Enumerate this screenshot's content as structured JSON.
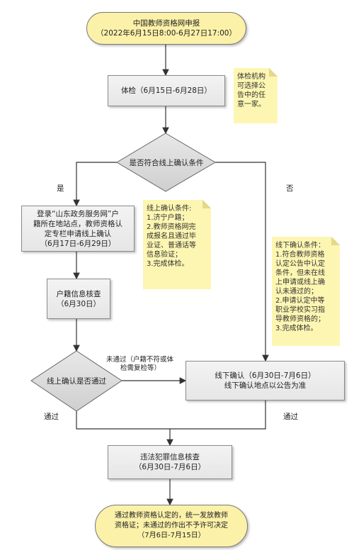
{
  "nodes": {
    "start": {
      "line1": "中国教师资格网申报",
      "line2": "（2022年6月15日8:00-6月27日17:00）"
    },
    "physical": {
      "text": "体检（6月15日-6月28日）"
    },
    "decision1": {
      "text": "是否符合线上确认条件"
    },
    "online_register": {
      "line1": "登录“山东政务服务网”户",
      "line2": "籍所在地站点，教师资格认",
      "line3": "定专栏申请线上确认",
      "line4": "（6月17日-6月29日）"
    },
    "household_check": {
      "line1": "户籍信息核查",
      "line2": "（6月30日）"
    },
    "decision2": {
      "text": "线上确认是否通过"
    },
    "offline_confirm": {
      "line1": "线下确认（6月30日-7月6日）",
      "line2": "线下确认地点以公告为准"
    },
    "criminal_check": {
      "line1": "违法犯罪信息核查",
      "line2": "（6月30日-7月6日）"
    },
    "end": {
      "line1": "通过教师资格认定的，统一发放教师",
      "line2": "资格证；未通过的作出不予许可决定",
      "line3": "（7月6日-7月15日）"
    }
  },
  "labels": {
    "yes": "是",
    "no": "否",
    "not_passed": "未通过（户籍不符或体",
    "not_passed2": "检需复检等）",
    "passed_left": "通过",
    "passed_right": "通过"
  },
  "notes": {
    "note1": "体检机构\n可选择公\n告中的任\n意一家。",
    "note2": "线上确认条件:\n1.济宁户籍；\n2.教师资格网完\n成报名且通过毕\n业证、普通话等\n信息验证；\n3.完成体检。",
    "note3": "线下确认条件：\n1.符合教师资格\n认定公告中认定\n条件，但未在线\n上申请或线上确\n认未通过的；\n2.申请认定中等\n职业学校实习指\n导教师资格的；\n3.完成体检。"
  }
}
